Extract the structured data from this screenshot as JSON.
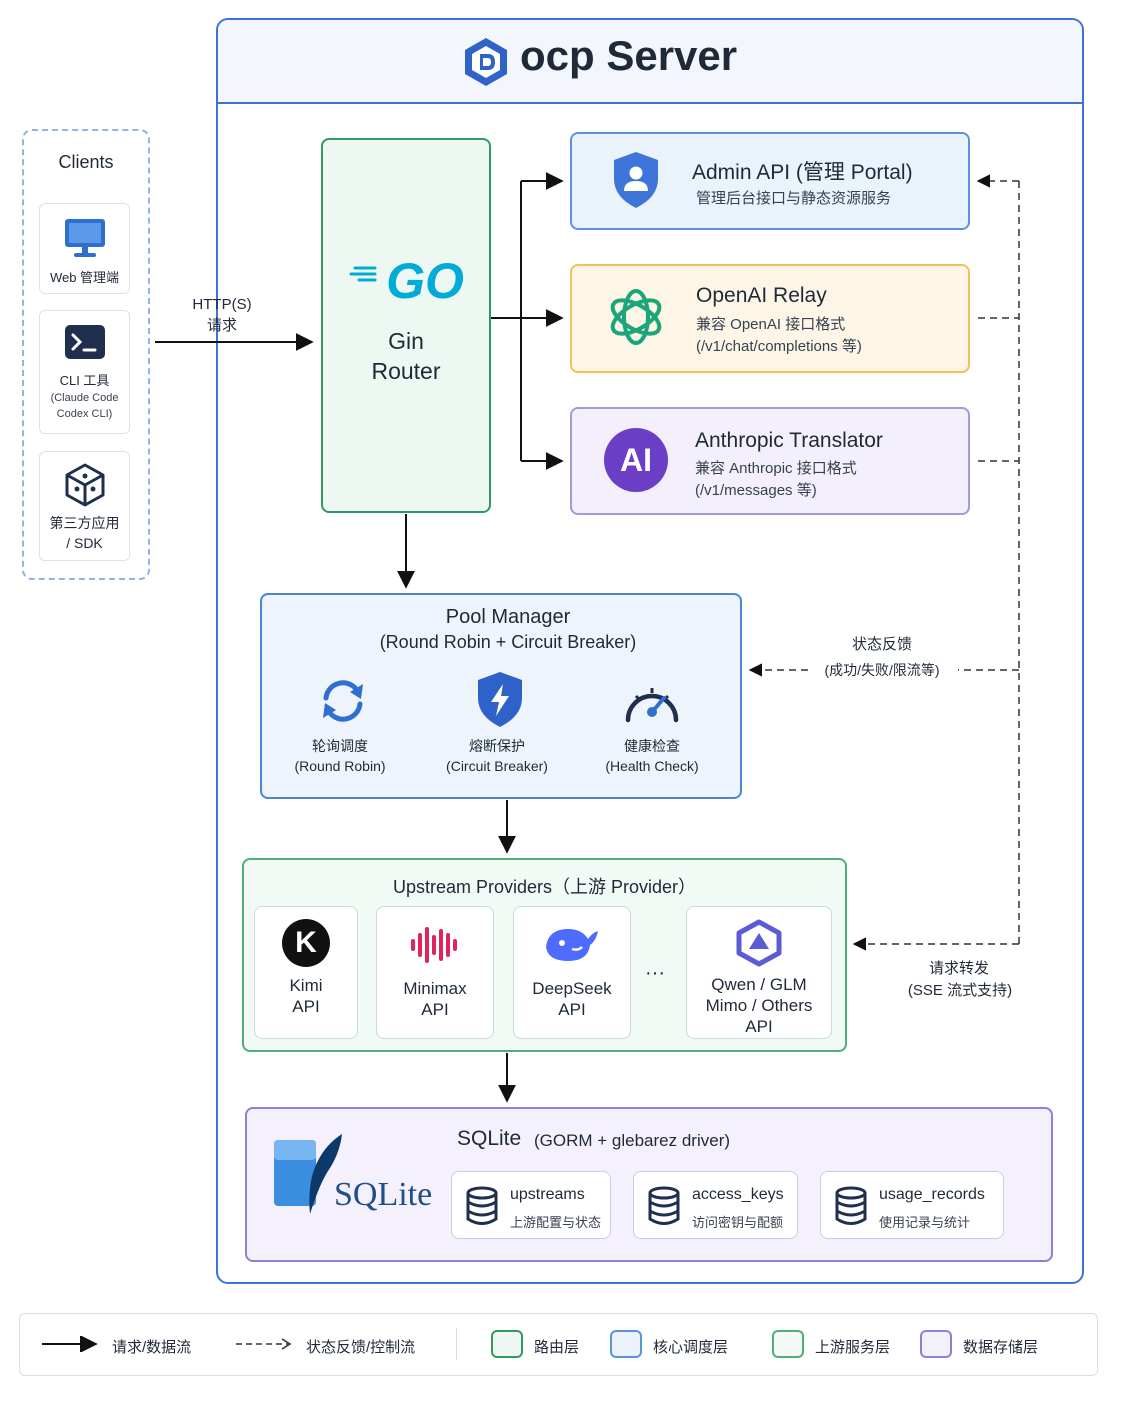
{
  "server": {
    "title": "ocp Server"
  },
  "clients": {
    "title": "Clients",
    "items": [
      {
        "label": "Web 管理端"
      },
      {
        "label": "CLI 工具",
        "sub1": "(Claude Code",
        "sub2": "Codex CLI)"
      },
      {
        "label1": "第三方应用",
        "label2": "/ SDK"
      }
    ]
  },
  "http": {
    "line1": "HTTP(S)",
    "line2": "请求"
  },
  "gin": {
    "logo": "GO",
    "line1": "Gin",
    "line2": "Router"
  },
  "admin": {
    "title": "Admin API (管理 Portal)",
    "sub": "管理后台接口与静态资源服务"
  },
  "openai": {
    "title": "OpenAI Relay",
    "sub1": "兼容 OpenAI 接口格式",
    "sub2": "(/v1/chat/completions 等)"
  },
  "anthropic": {
    "title": "Anthropic Translator",
    "badge": "AI",
    "sub1": "兼容 Anthropic 接口格式",
    "sub2": "(/v1/messages 等)"
  },
  "status_feedback": {
    "line1": "状态反馈",
    "line2": "(成功/失败/限流等)"
  },
  "pool": {
    "title": "Pool Manager",
    "sub": "(Round Robin + Circuit Breaker)",
    "items": [
      {
        "label": "轮询调度",
        "sub": "(Round Robin)"
      },
      {
        "label": "熔断保护",
        "sub": "(Circuit Breaker)"
      },
      {
        "label": "健康检查",
        "sub": "(Health Check)"
      }
    ]
  },
  "upstream": {
    "title": "Upstream Providers（上游 Provider）",
    "ellipsis": "···",
    "providers": [
      {
        "line1": "Kimi",
        "line2": "API",
        "badge": "K"
      },
      {
        "line1": "Minimax",
        "line2": "API"
      },
      {
        "line1": "DeepSeek",
        "line2": "API"
      },
      {
        "line1": "Qwen / GLM",
        "line2": "Mimo / Others",
        "line3": "API"
      }
    ]
  },
  "forward": {
    "line1": "请求转发",
    "line2": "(SSE 流式支持)"
  },
  "sqlite": {
    "title": "SQLite",
    "sub": "(GORM + glebarez driver)",
    "logo": "SQLite",
    "tables": [
      {
        "name": "upstreams",
        "desc": "上游配置与状态"
      },
      {
        "name": "access_keys",
        "desc": "访问密钥与配额"
      },
      {
        "name": "usage_records",
        "desc": "使用记录与统计"
      }
    ]
  },
  "legend": {
    "solid": "请求/数据流",
    "dashed": "状态反馈/控制流",
    "layers": [
      "路由层",
      "核心调度层",
      "上游服务层",
      "数据存储层"
    ]
  },
  "colors": {
    "primary": "#3b74d6",
    "green": "#2f9a63",
    "admin_bg": "#eaf2fc",
    "openai_bg": "#fdf6e6",
    "openai_border": "#f2c15a",
    "anthropic_bg": "#f3f0fc",
    "anthropic_border": "#a996e0",
    "purple": "#6a3fc6"
  }
}
